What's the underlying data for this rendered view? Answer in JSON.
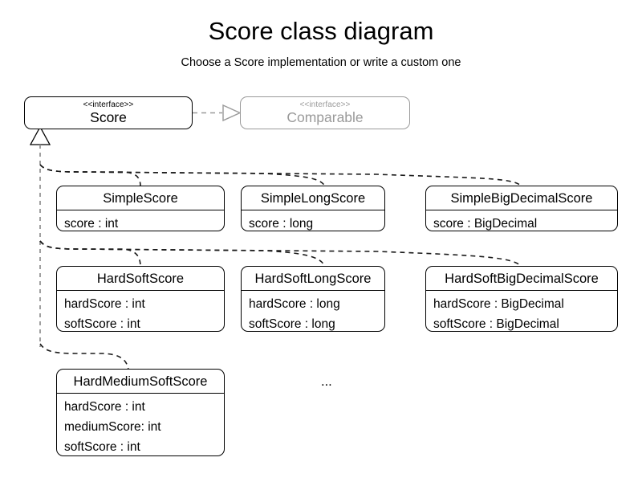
{
  "header": {
    "title": "Score class diagram",
    "subtitle": "Choose a Score implementation or write a custom one"
  },
  "interfaces": [
    {
      "stereotype": "<<interface>>",
      "name": "Score",
      "muted": false
    },
    {
      "stereotype": "<<interface>>",
      "name": "Comparable",
      "muted": true
    }
  ],
  "classes": [
    {
      "name": "SimpleScore",
      "attributes": [
        "score : int"
      ]
    },
    {
      "name": "SimpleLongScore",
      "attributes": [
        "score : long"
      ]
    },
    {
      "name": "SimpleBigDecimalScore",
      "attributes": [
        "score : BigDecimal"
      ]
    },
    {
      "name": "HardSoftScore",
      "attributes": [
        "hardScore : int",
        "softScore : int"
      ]
    },
    {
      "name": "HardSoftLongScore",
      "attributes": [
        "hardScore : long",
        "softScore : long"
      ]
    },
    {
      "name": "HardSoftBigDecimalScore",
      "attributes": [
        "hardScore : BigDecimal",
        "softScore : BigDecimal"
      ]
    },
    {
      "name": "HardMediumSoftScore",
      "attributes": [
        "hardScore : int",
        "mediumScore: int",
        "softScore : int"
      ]
    }
  ],
  "ellipsis": "...",
  "colors": {
    "line": "#000000",
    "muted": "#9a9a9a",
    "trunk": "#8f8f8f",
    "background": "#ffffff"
  }
}
